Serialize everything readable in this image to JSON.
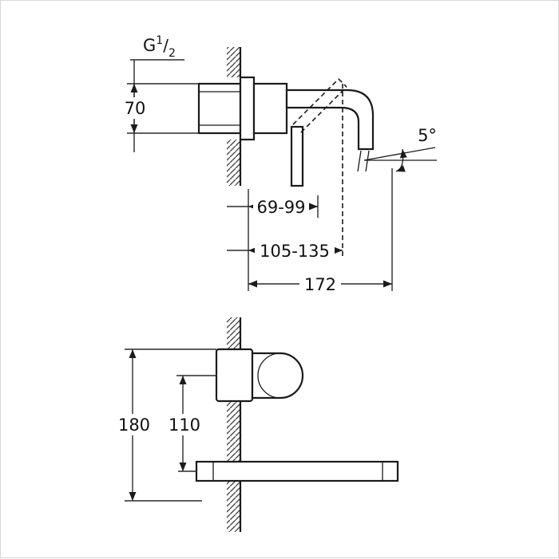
{
  "drawing": {
    "type": "technical-dimension-drawing",
    "views": {
      "side": {
        "thread": {
          "prefix": "G",
          "sup": "1",
          "slash": "/",
          "sub": "2"
        },
        "body_height": "70",
        "spout_angle": "5°",
        "range_small": "69-99",
        "range_large": "105-135",
        "projection": "172"
      },
      "front": {
        "overall_height": "180",
        "center_distance": "110"
      }
    }
  }
}
